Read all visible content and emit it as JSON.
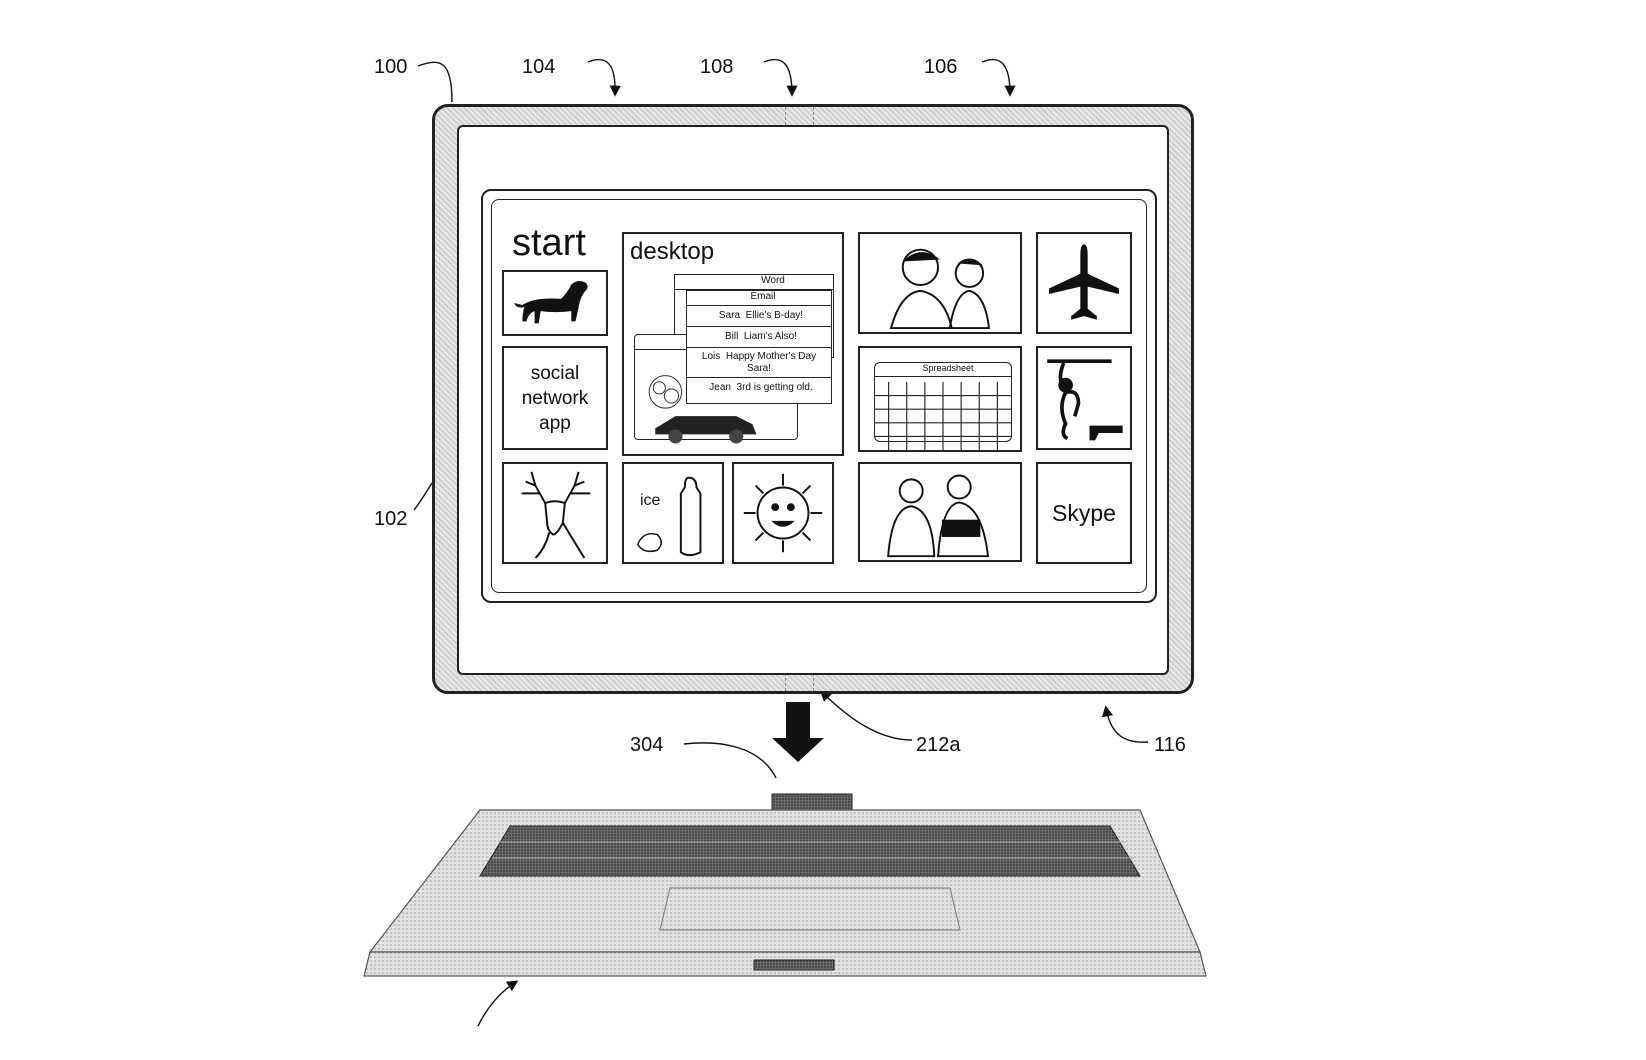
{
  "reference_numerals": {
    "r100": "100",
    "r104": "104",
    "r108": "108",
    "r106": "106",
    "r102": "102",
    "r212a": "212a",
    "r116": "116",
    "r304": "304"
  },
  "start_screen": {
    "title": "start",
    "tiles": {
      "desktop": {
        "label": "desktop",
        "word_window_title": "Word",
        "email_window_title": "Email",
        "browser_window_title": "Browser",
        "emails": [
          {
            "from": "Sara",
            "subject": "Ellie's B-day!"
          },
          {
            "from": "Bill",
            "subject": "Liam's Also!"
          },
          {
            "from": "Lois",
            "subject": "Happy Mother's Day Sara!"
          },
          {
            "from": "Jean",
            "subject": "3rd is getting old."
          }
        ]
      },
      "social": {
        "line1": "social",
        "line2": "network",
        "line3": "app"
      },
      "spreadsheet_title": "Spreadsheet",
      "ice": "ice",
      "skype": "Skype"
    },
    "icons": [
      "dog-icon",
      "airplane-icon",
      "deer-icon",
      "monkey-icon",
      "sun-face-icon",
      "family-photo-icon",
      "people-photo-icon",
      "cocktail-shaker-icon"
    ]
  }
}
